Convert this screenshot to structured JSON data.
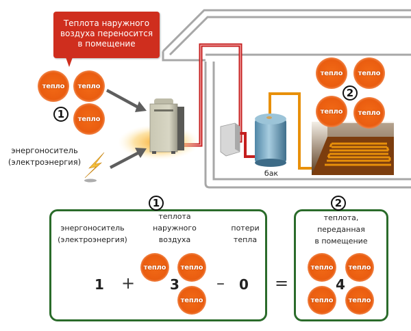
{
  "callout": {
    "lines": [
      "Теплота наружного",
      "воздуха переносится",
      "в помещение"
    ]
  },
  "heat_token_label": "тепло",
  "markers": {
    "one": "1",
    "two": "2"
  },
  "top": {
    "energy_label": [
      "энергоноситель",
      "(электроэнергия)"
    ],
    "tank_label": "бак"
  },
  "equation": {
    "box1": {
      "marker": "1",
      "energy_label": [
        "энергоноситель",
        "(электроэнергия)"
      ],
      "outdoor_label": [
        "теплота",
        "наружного",
        "воздуха"
      ],
      "loss_label": [
        "потери",
        "тепла"
      ],
      "energy_value": "1",
      "plus": "+",
      "outdoor_value": "3",
      "minus": "–",
      "loss_value": "0"
    },
    "equals": "=",
    "box2": {
      "marker": "2",
      "label": [
        "теплота,",
        "переданная",
        "в помещение"
      ],
      "value": "4"
    }
  },
  "icons": {
    "lightning": "lightning-bolt-icon",
    "arrow": "arrow-icon",
    "outdoor_unit": "outdoor-unit-icon",
    "indoor_unit": "indoor-unit-icon",
    "tank": "tank-icon",
    "floor_heating": "floor-heating-icon"
  },
  "colors": {
    "callout": "#cf2e1e",
    "heat": "#ea5d10",
    "box_border": "#2a6b2a",
    "refrigerant_pipe": "#d42a2a",
    "water_pipe": "#e8900a",
    "house_outline": "#a0a0a0"
  }
}
